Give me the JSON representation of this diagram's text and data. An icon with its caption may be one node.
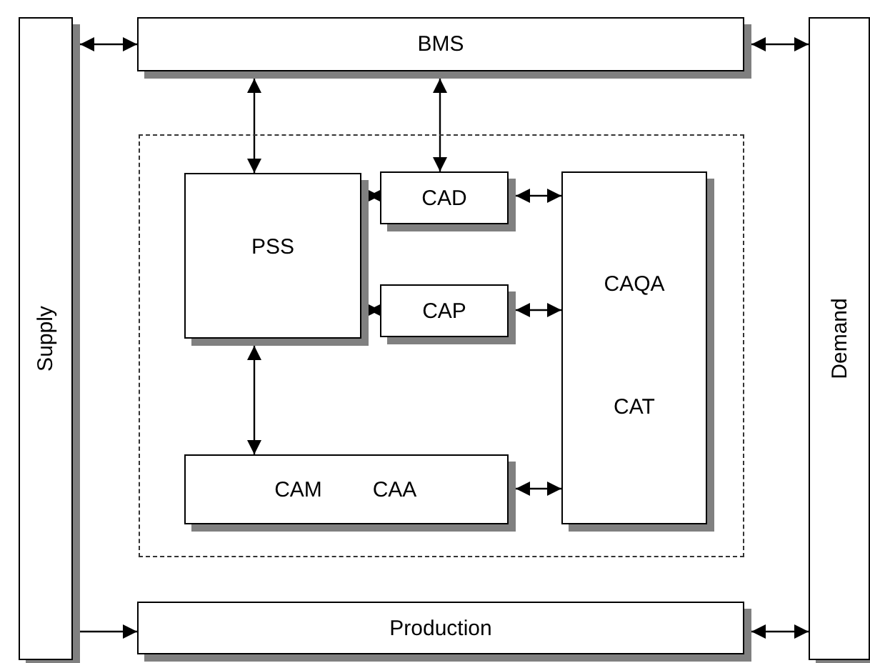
{
  "diagram": {
    "nodes": [
      {
        "text": [
          "Supply"
        ]
      },
      {
        "text": [
          "BMS"
        ]
      },
      {
        "text": [
          "Demand"
        ]
      },
      {
        "text": [],
        "shape": "box"
      },
      {
        "text": [
          "PSS"
        ],
        "in": 3
      },
      {
        "text": [
          "CAD"
        ],
        "in": 3
      },
      {
        "text": [
          "CAP"
        ],
        "in": 3
      },
      {
        "text": [
          "CAQA",
          "CAT"
        ],
        "in": 3
      },
      {
        "text": [
          "CAM",
          "CAA"
        ],
        "in": 3
      },
      {
        "text": [
          "Production"
        ]
      }
    ],
    "edges": [
      {
        "from": 0,
        "to": 1,
        "arrow": "both"
      },
      {
        "from": 1,
        "to": 2,
        "arrow": "both"
      },
      {
        "from": 1,
        "to": 4,
        "arrow": "both"
      },
      {
        "from": 1,
        "to": 5,
        "arrow": "both"
      },
      {
        "from": 4,
        "to": 5,
        "arrow": "both"
      },
      {
        "from": 5,
        "to": 7,
        "arrow": "both"
      },
      {
        "from": 4,
        "to": 6,
        "arrow": "both"
      },
      {
        "from": 6,
        "to": 7,
        "arrow": "both"
      },
      {
        "from": 4,
        "to": 8,
        "arrow": "both"
      },
      {
        "from": 8,
        "to": 7,
        "arrow": "both"
      },
      {
        "from": 0,
        "to": 9,
        "arrow": "to"
      },
      {
        "from": 9,
        "to": 2,
        "arrow": "both"
      }
    ]
  }
}
